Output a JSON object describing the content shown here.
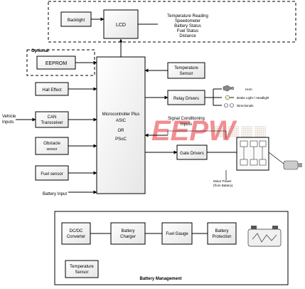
{
  "display_group": {
    "backlight": "Backlight",
    "lcd": "LCD",
    "features": [
      "Temperature Reading",
      "Speedometer",
      "Battery Status",
      "Fuel Status",
      "Distance"
    ]
  },
  "optional_group": {
    "label": "Optional",
    "eeprom": "EEPROM"
  },
  "left_inputs": {
    "hall_effect": "Hall Effect",
    "vehicle_inputs": [
      "Vehicle",
      "Inputs"
    ],
    "can_transceiver": [
      "CAN",
      "Transceiver"
    ],
    "obstacle_sensor": [
      "Obstacle",
      "sensor"
    ],
    "fuel_sensor": "Fuel sensor",
    "battery_input": "Battery Input"
  },
  "controller": {
    "lines": [
      "Microcontroller Plus",
      "ASIC",
      "OR",
      "PSoC"
    ]
  },
  "right_side": {
    "temperature_sensor": [
      "Temperature",
      "Sensor"
    ],
    "relay_drivers": "Relay Drivers",
    "relay_outputs": [
      "Horn",
      "Brake Light / Headlight",
      "Directionals"
    ],
    "signal_conditioning": [
      "Signal Conditioning",
      "Inputs"
    ],
    "gate_drivers": "Gate Drivers",
    "motor_power": [
      "Motor Power",
      "(from Battery)"
    ]
  },
  "battery_management": {
    "title": "Battery Management",
    "dcdc": [
      "DC/DC",
      "Converter"
    ],
    "charger": [
      "Battery",
      "Charger"
    ],
    "fuel_gauge": "Fuel Gauge",
    "protection": [
      "Battery",
      "Protection"
    ],
    "temp_sensor": [
      "Temperature",
      "Sensor"
    ]
  },
  "watermark": "EEPW"
}
